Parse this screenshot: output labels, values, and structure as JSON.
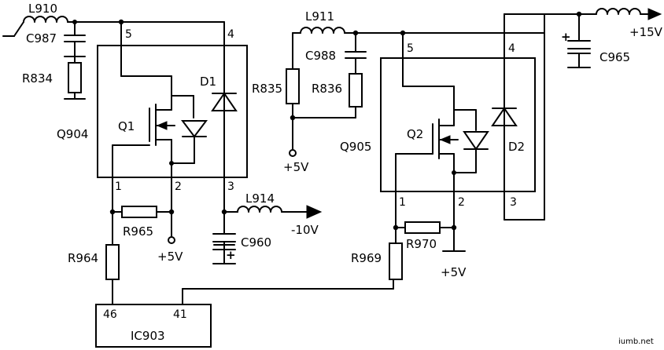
{
  "labels": {
    "L910": "L910",
    "C987": "C987",
    "R834": "R834",
    "Q904": "Q904",
    "Q1": "Q1",
    "D1": "D1",
    "R835": "R835",
    "L911": "L911",
    "C988": "C988",
    "R836": "R836",
    "plus5v_mid": "+5V",
    "Q905": "Q905",
    "Q2": "Q2",
    "D2": "D2",
    "C965": "C965",
    "plus15v": "+15V",
    "R965": "R965",
    "plus5v_left": "+5V",
    "L914": "L914",
    "minus10v": "-10V",
    "C960": "C960",
    "R964": "R964",
    "R970": "R970",
    "R969": "R969",
    "plus5v_right": "+5V",
    "IC903": "IC903",
    "watermark": "iumb.net"
  },
  "pins": {
    "q904_5": "5",
    "q904_4": "4",
    "q904_1": "1",
    "q904_2": "2",
    "q904_3": "3",
    "q905_5": "5",
    "q905_4": "4",
    "q905_1": "1",
    "q905_2": "2",
    "q905_3": "3",
    "ic_46": "46",
    "ic_41": "41"
  },
  "polarity": {
    "c965": "+",
    "c960": "+"
  }
}
